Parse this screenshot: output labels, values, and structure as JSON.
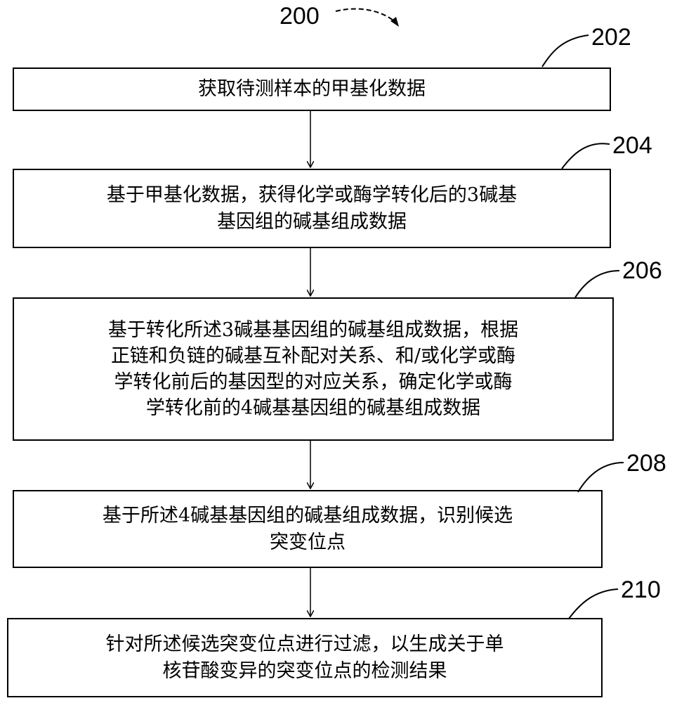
{
  "figure_label": "200",
  "steps": [
    {
      "ref": "202",
      "text": "获取待测样本的甲基化数据"
    },
    {
      "ref": "204",
      "text": "基于甲基化数据，获得化学或酶学转化后的3碱基\n基因组的碱基组成数据"
    },
    {
      "ref": "206",
      "text": "基于转化所述3碱基基因组的碱基组成数据，根据\n正链和负链的碱基互补配对关系、和/或化学或酶\n学转化前后的基因型的对应关系，确定化学或酶\n学转化前的4碱基基因组的碱基组成数据"
    },
    {
      "ref": "208",
      "text": "基于所述4碱基基因组的碱基组成数据，识别候选\n突变位点"
    },
    {
      "ref": "210",
      "text": "针对所述候选突变位点进行过滤，以生成关于单\n核苷酸变异的突变位点的检测结果"
    }
  ]
}
